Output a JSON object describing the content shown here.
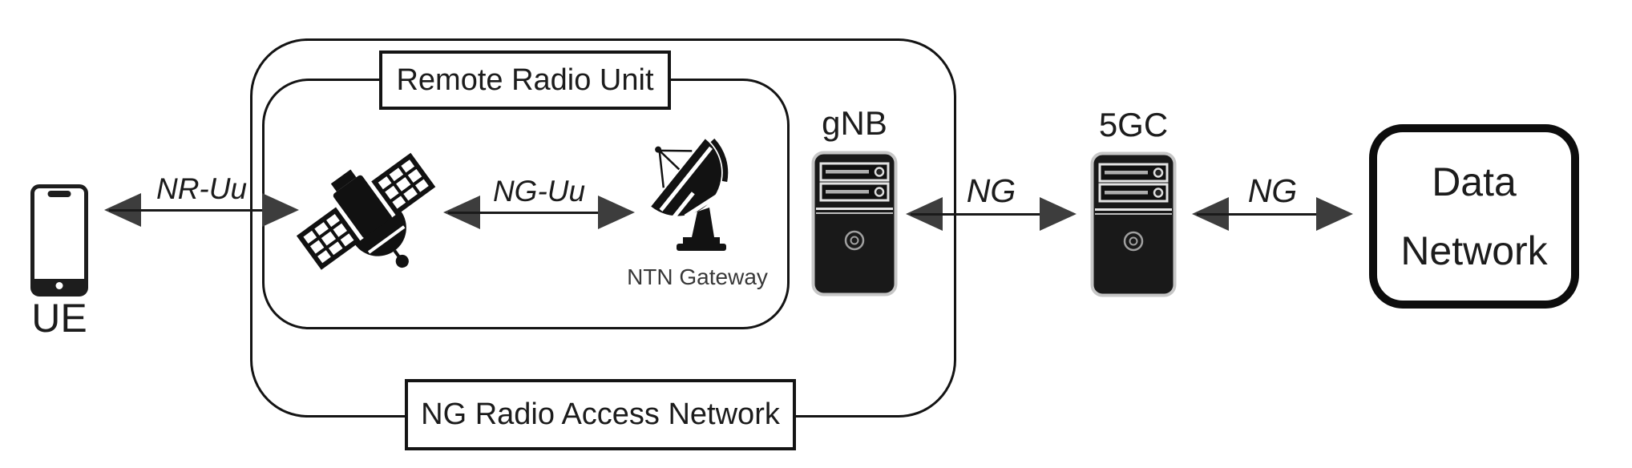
{
  "diagram": {
    "nodes": {
      "ue": {
        "label": "UE",
        "icon": "smartphone-icon"
      },
      "satellite": {
        "icon": "satellite-icon"
      },
      "ntn_gateway": {
        "label": "NTN Gateway",
        "icon": "satellite-dish-icon"
      },
      "gnb": {
        "label": "gNB",
        "icon": "server-tower-icon"
      },
      "core_5gc": {
        "label": "5GC",
        "icon": "server-tower-icon"
      },
      "data_network": {
        "lines": [
          "Data",
          "Network"
        ]
      }
    },
    "groups": {
      "remote_radio_unit": {
        "label": "Remote Radio Unit"
      },
      "ng_ran": {
        "label": "NG Radio Access Network"
      }
    },
    "links": [
      {
        "label": "NR-Uu",
        "from": "ue",
        "to": "satellite"
      },
      {
        "label": "NG-Uu",
        "from": "satellite",
        "to": "ntn_gateway"
      },
      {
        "label": "NG",
        "from": "gnb",
        "to": "core_5gc"
      },
      {
        "label": "NG",
        "from": "core_5gc",
        "to": "data_network"
      }
    ],
    "colors": {
      "background": "#ffffff",
      "line": "#1a1a1a",
      "arrowhead": "#3d3d3d",
      "text": "#1c1c1c"
    }
  }
}
